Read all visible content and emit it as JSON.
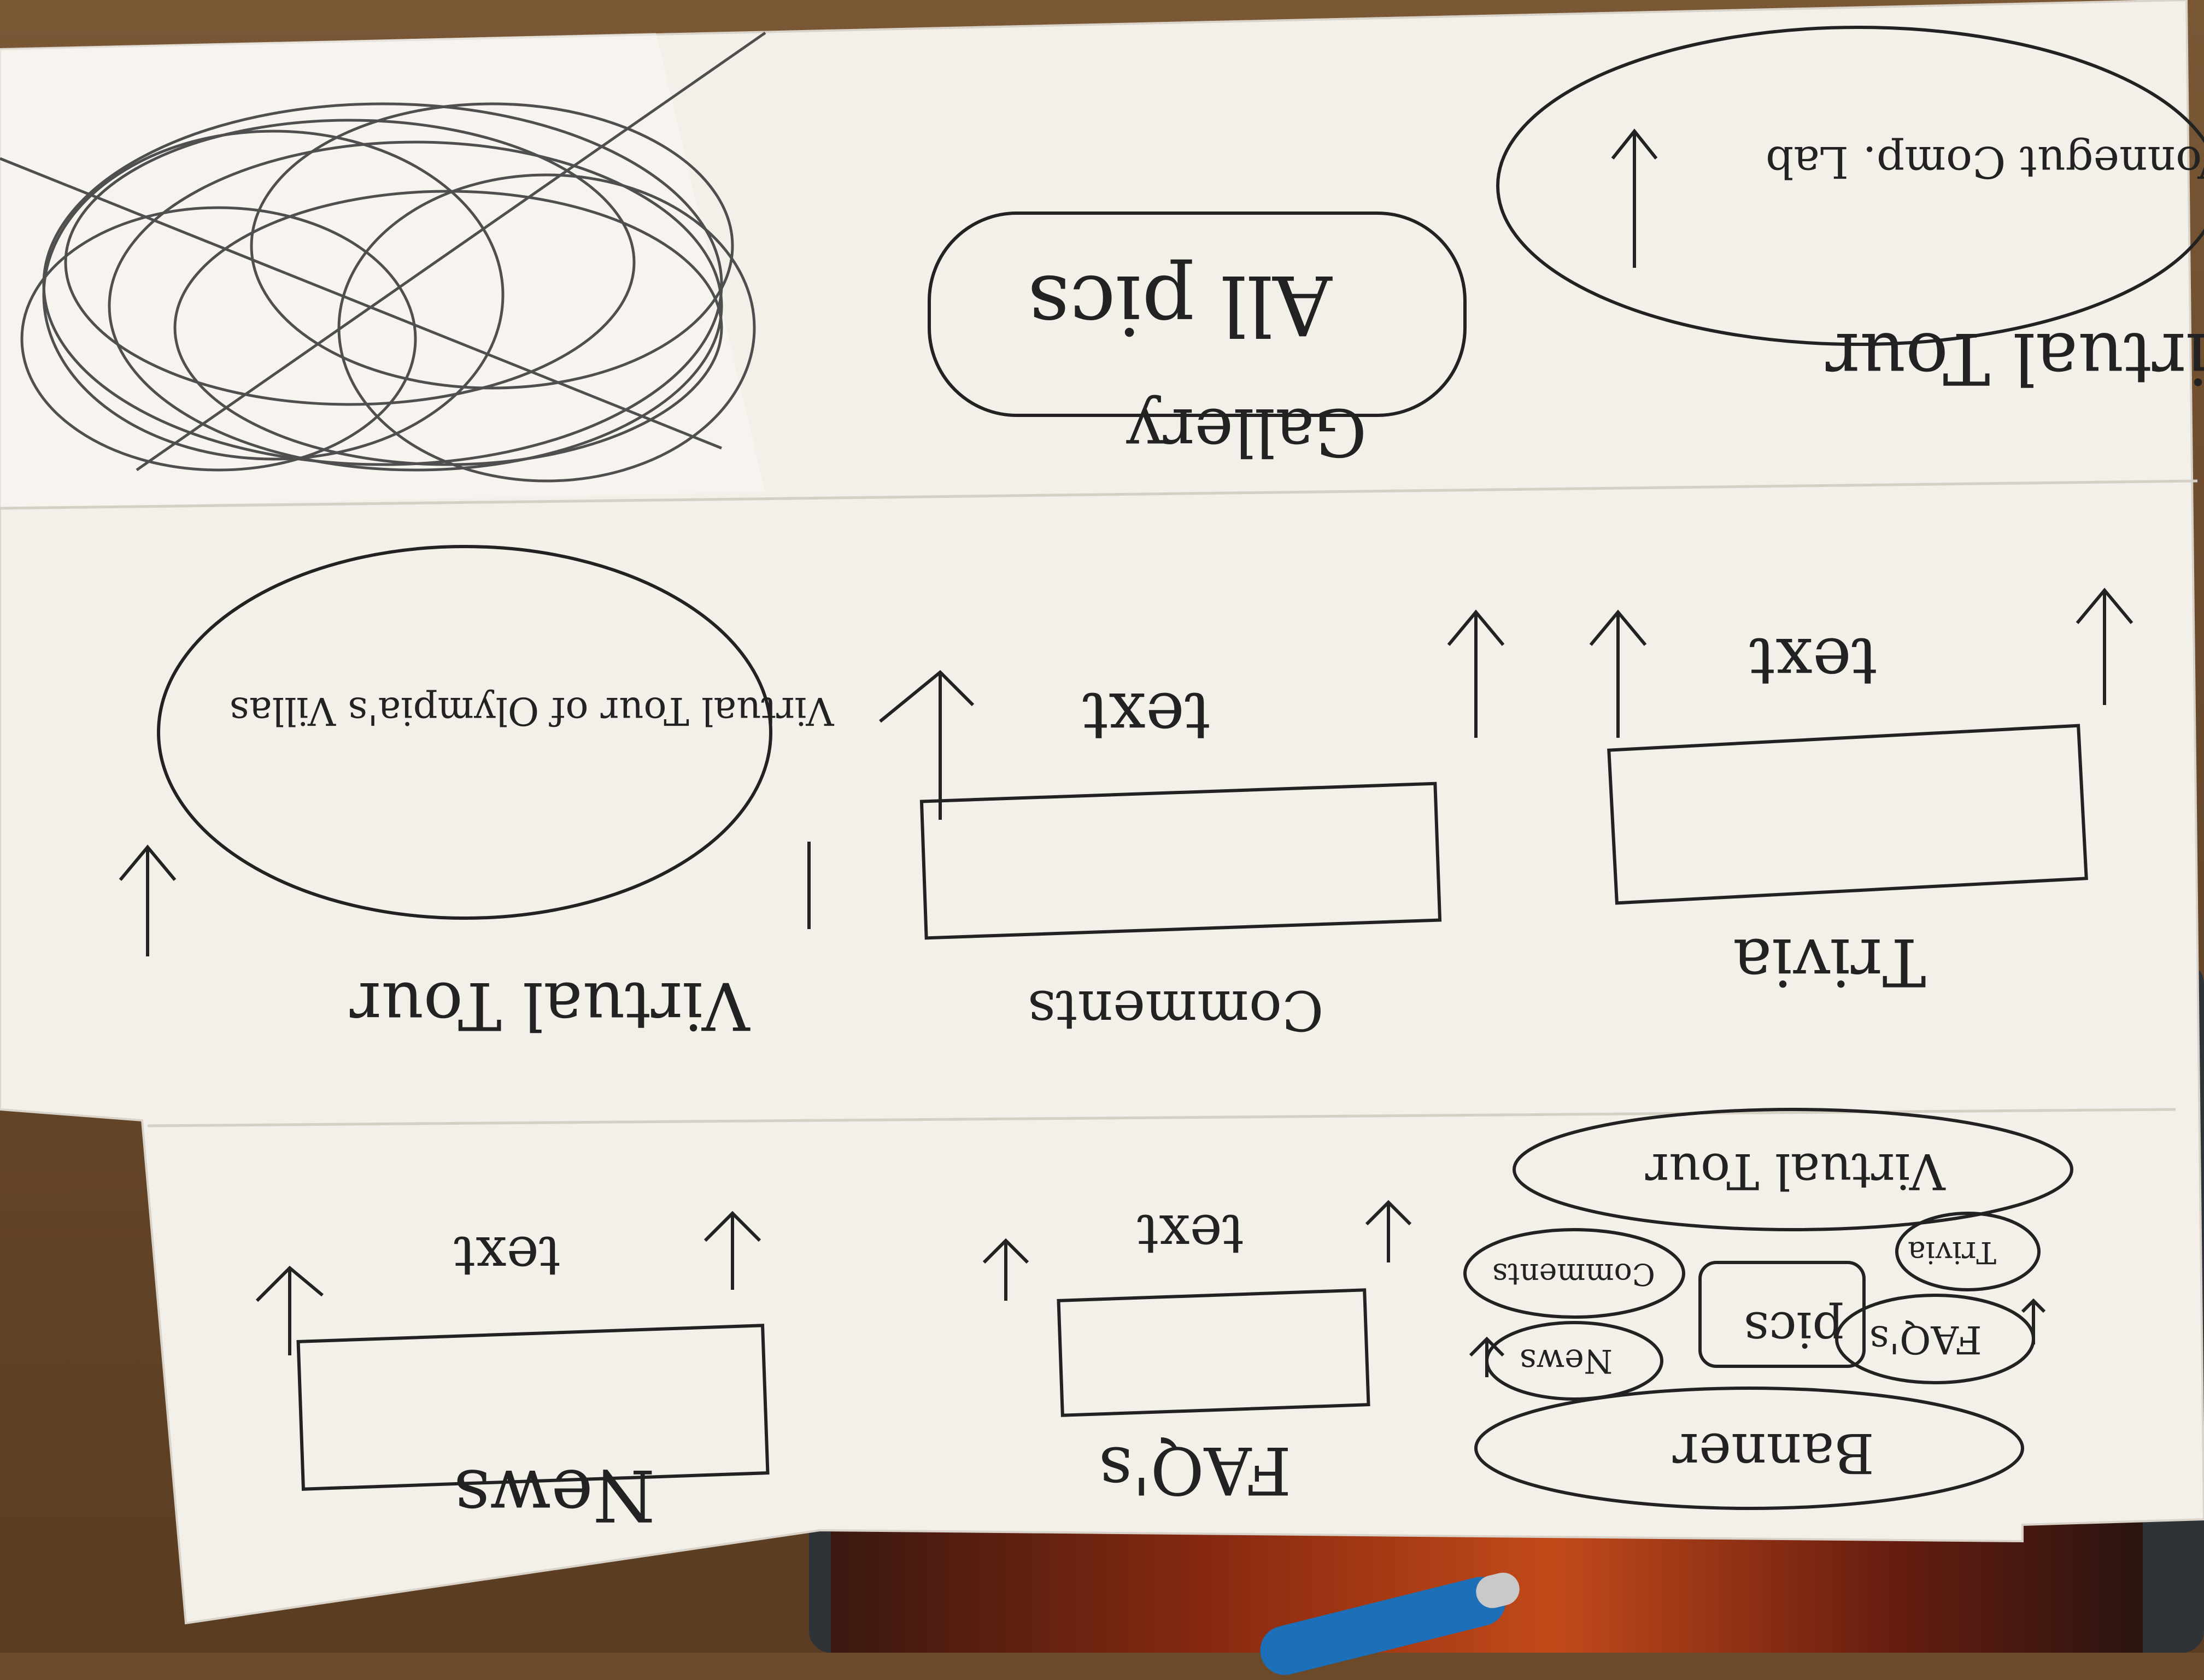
{
  "texts": {
    "gallery_title": "Gallery",
    "all_pics": "All pics",
    "virtual_tour_top": "Virtual Tour",
    "virtual_tour_top_sub": "Vonnegut Comp. Lab",
    "virtual_tour_mid": "Virtual Tour",
    "virtual_tour_mid_sub": "Virtual Tour of Olympia's Villas",
    "text_label_1": "text",
    "text_label_2": "text",
    "text_label_3": "text",
    "text_label_4": "text",
    "comments": "Comments",
    "trivia": "Trivia",
    "news": "News",
    "faqs": "FAQ's",
    "banner": "Banner",
    "nav_virtual_tour": "Virtual Tour",
    "nav_trivia": "Trivia",
    "nav_comments": "Comments",
    "nav_pics": "pics",
    "nav_faqs": "FAQ's",
    "nav_news": "News"
  },
  "colors": {
    "paper": "#f3efe9",
    "ink": "#222222",
    "table": "#6a4a2c",
    "pen": "#1d6fb8"
  }
}
